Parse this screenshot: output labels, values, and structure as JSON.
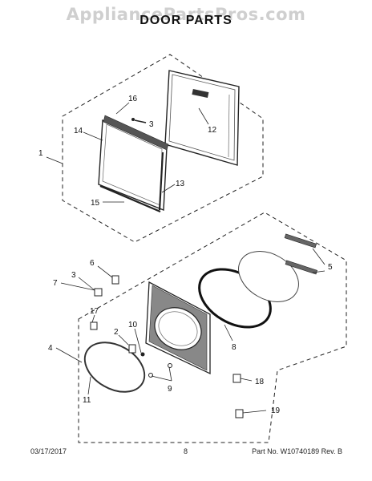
{
  "watermark": "AppliancePartsPros.com",
  "title": "DOOR PARTS",
  "callouts": [
    "16",
    "3",
    "12",
    "14",
    "1",
    "13",
    "15",
    "5",
    "6",
    "3",
    "7",
    "4",
    "17",
    "2",
    "10",
    "8",
    "9",
    "11",
    "18",
    "19"
  ],
  "footer": {
    "date": "03/17/2017",
    "page": "8",
    "part_number": "Part No. W10740189  Rev. B"
  }
}
